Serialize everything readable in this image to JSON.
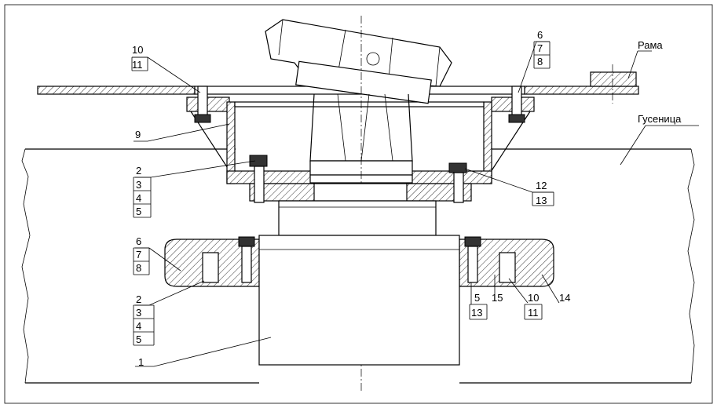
{
  "labels": {
    "rama": "Рама",
    "gusenitsa": "Гусеница",
    "l_10a": "10",
    "l_11a": "11",
    "l_6a": "6",
    "l_7a": "7",
    "l_8a": "8",
    "l_9": "9",
    "l_2a": "2",
    "l_3a": "3",
    "l_4a": "4",
    "l_5a": "5",
    "l_12": "12",
    "l_13a": "13",
    "l_6b": "6",
    "l_7b": "7",
    "l_8b": "8",
    "l_2b": "2",
    "l_3b": "3",
    "l_4b": "4",
    "l_5b": "5",
    "l_1": "1",
    "l_5c": "5",
    "l_13b": "13",
    "l_15": "15",
    "l_10b": "10",
    "l_11b": "11",
    "l_14": "14"
  }
}
